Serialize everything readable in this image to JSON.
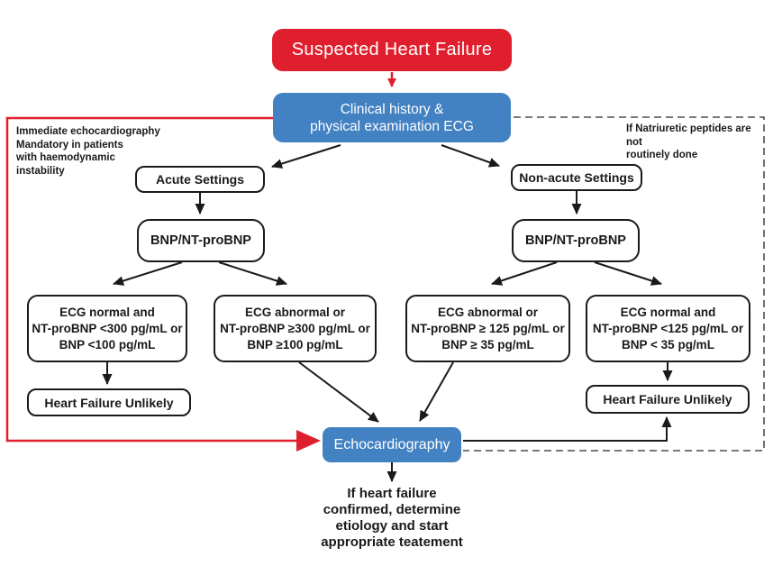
{
  "colors": {
    "red": "#e01f2e",
    "blue": "#4281c2",
    "ink": "#1a1a1a",
    "dash": "#4d4d4d"
  },
  "nodes": {
    "title": "Suspected Heart Failure",
    "clinical": "Clinical history &\nphysical examination ECG",
    "acute": "Acute Settings",
    "non_acute": "Non-acute Settings",
    "bnp_left": "BNP/NT-proBNP",
    "bnp_right": "BNP/NT-proBNP",
    "decision_acute_negative": "ECG normal and\nNT-proBNP <300 pg/mL or\nBNP <100 pg/mL",
    "decision_acute_positive": "ECG abnormal or\nNT-proBNP ≥300 pg/mL or\nBNP ≥100 pg/mL",
    "decision_nonacute_positive": "ECG abnormal or\nNT-proBNP ≥ 125 pg/mL or\nBNP ≥ 35 pg/mL",
    "decision_nonacute_negative": "ECG normal and\nNT-proBNP <125 pg/mL or\nBNP < 35 pg/mL",
    "hf_unlikely_left": "Heart Failure Unlikely",
    "hf_unlikely_right": "Heart Failure Unlikely",
    "echo": "Echocardiography",
    "outcome": "If heart failure\nconfirmed, determine\netiology and start\nappropriate teatement"
  },
  "annotations": {
    "immediate_echo": "Immediate echocardiography\nMandatory in patients\nwith haemodynamic\ninstability",
    "natriuretic": "If Natriuretic peptides are not\nroutinely done"
  }
}
